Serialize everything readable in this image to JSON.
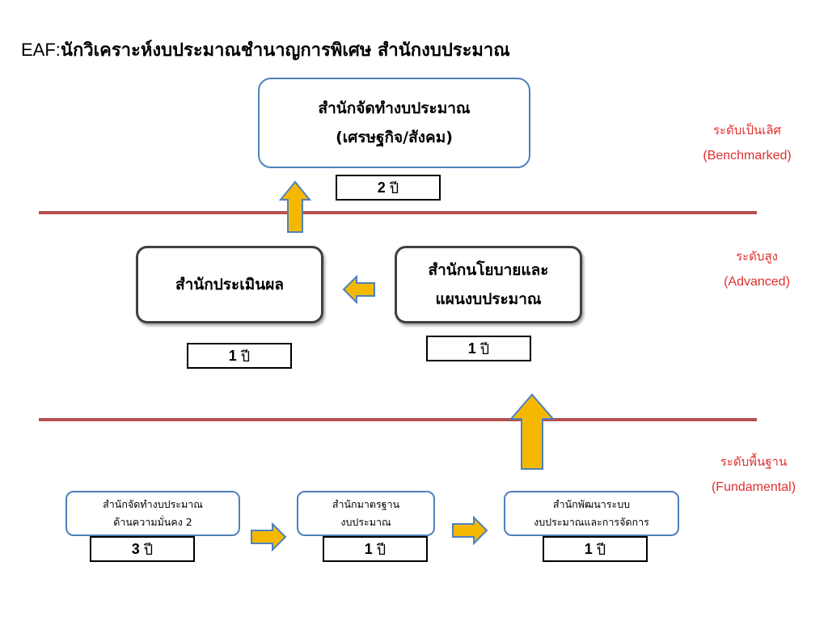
{
  "title": {
    "prefix": "EAF:",
    "main": "นักวิเคราะห์งบประมาณชำนาญการพิเศษ สำนักงบประมาณ"
  },
  "levels": {
    "benchmarked": {
      "th": "ระดับเป็นเลิศ",
      "en": "(Benchmarked)"
    },
    "advanced": {
      "th": "ระดับสูง",
      "en": "(Advanced)"
    },
    "fundamental": {
      "th": "ระดับพื้นฐาน",
      "en": "(Fundamental)"
    }
  },
  "top": {
    "box": {
      "line1": "สำนักจัดทำงบประมาณ",
      "line2": "(เศรษฐกิจ/สังคม)"
    },
    "years": {
      "num": "2",
      "unit": "ปี"
    }
  },
  "middle": {
    "evaluation": {
      "line1": "สำนักประเมินผล",
      "years": {
        "num": "1",
        "unit": "ปี"
      }
    },
    "policy": {
      "line1": "สำนักนโยบายและ",
      "line2": "แผนงบประมาณ",
      "years": {
        "num": "1",
        "unit": "ปี"
      }
    }
  },
  "bottom": {
    "security": {
      "line1": "สำนักจัดทำงบประมาณ",
      "line2": "ด้านความมั่นคง 2",
      "years": {
        "num": "3",
        "unit": "ปี"
      }
    },
    "standards": {
      "line1": "สำนักมาตรฐาน",
      "line2": "งบประมาณ",
      "years": {
        "num": "1",
        "unit": "ปี"
      }
    },
    "development": {
      "line1": "สำนักพัฒนาระบบ",
      "line2": "งบประมาณและการจัดการ",
      "years": {
        "num": "1",
        "unit": "ปี"
      }
    }
  },
  "colors": {
    "divider": "#b5504f",
    "level_text": "#e0302f",
    "box_border_blue": "#4f81bd",
    "box_border_dark": "#404040",
    "arrow_fill": "#f5b800",
    "arrow_stroke": "#4f81bd"
  }
}
